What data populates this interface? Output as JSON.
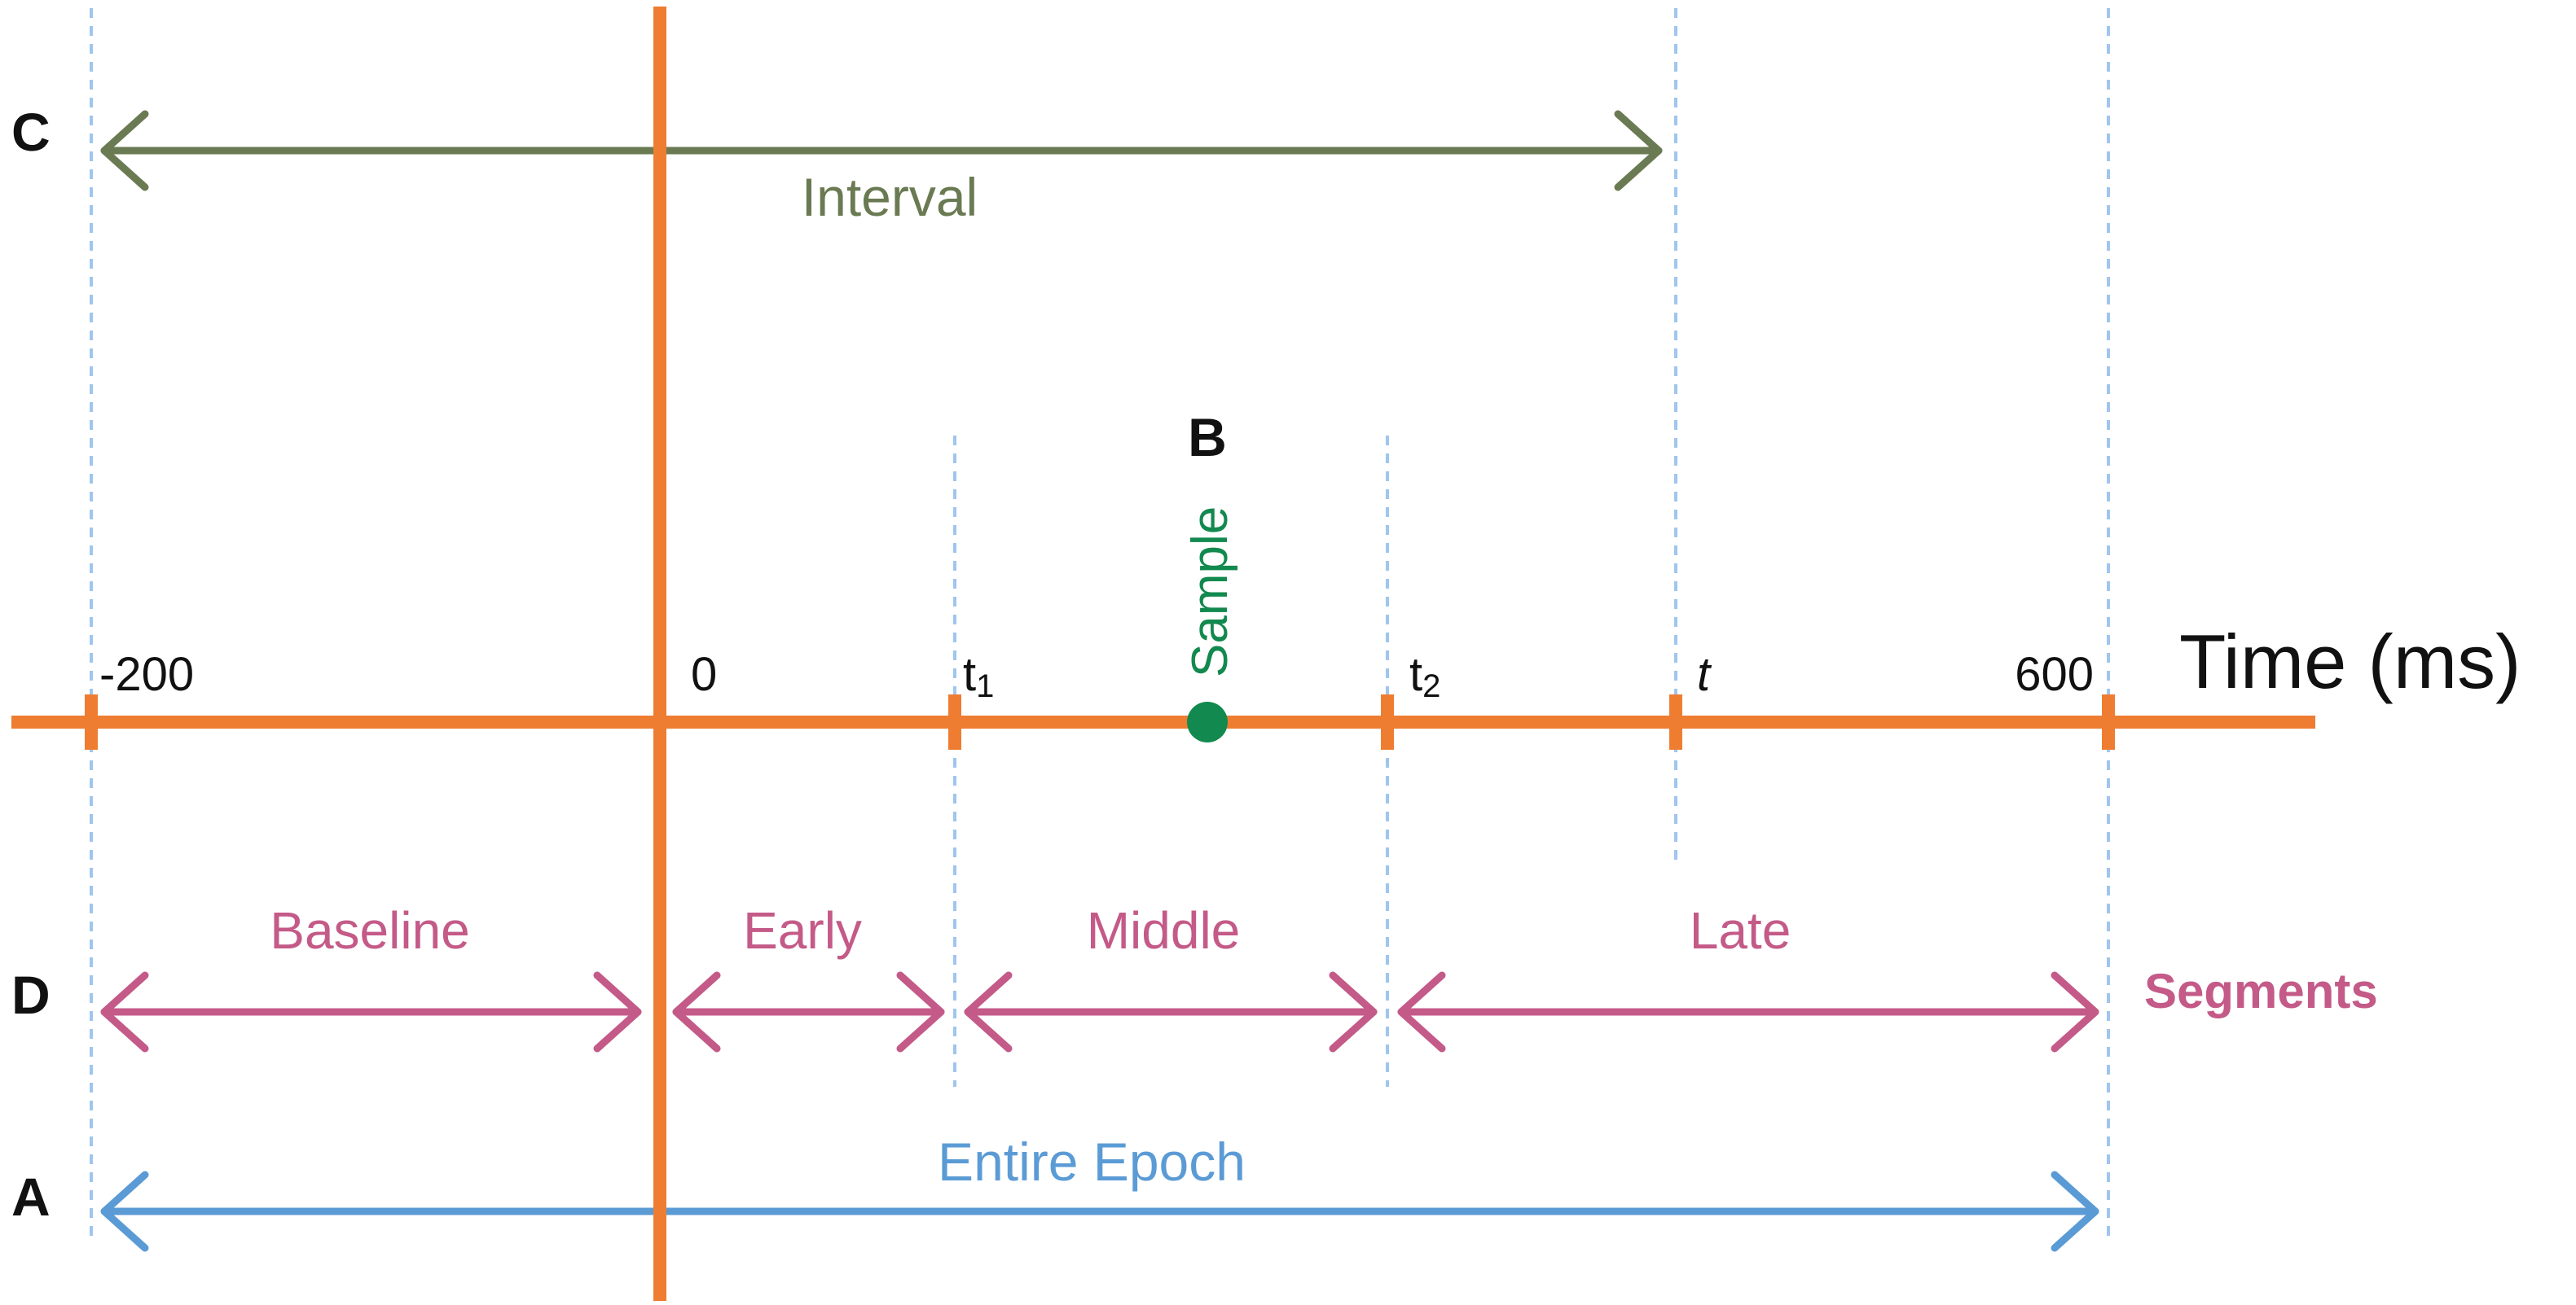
{
  "panel_labels": {
    "a": "A",
    "b": "B",
    "c": "C",
    "d": "D"
  },
  "axis": {
    "title": "Time (ms)",
    "ticks": {
      "start": "-200",
      "zero": "0",
      "t1": "t",
      "t1_sub": "1",
      "t2": "t",
      "t2_sub": "2",
      "t": "t",
      "end": "600"
    }
  },
  "interval_label": "Interval",
  "sample_label": "Sample",
  "segments": {
    "baseline": "Baseline",
    "early": "Early",
    "middle": "Middle",
    "late": "Late",
    "title": "Segments"
  },
  "epoch_label": "Entire Epoch",
  "colors": {
    "axis": "#ee7d32",
    "interval": "#6a7a52",
    "sample": "#12894e",
    "segments": "#c45a88",
    "epoch": "#5b9bd5",
    "guides": "#9fc6ee",
    "text": "#111111"
  }
}
